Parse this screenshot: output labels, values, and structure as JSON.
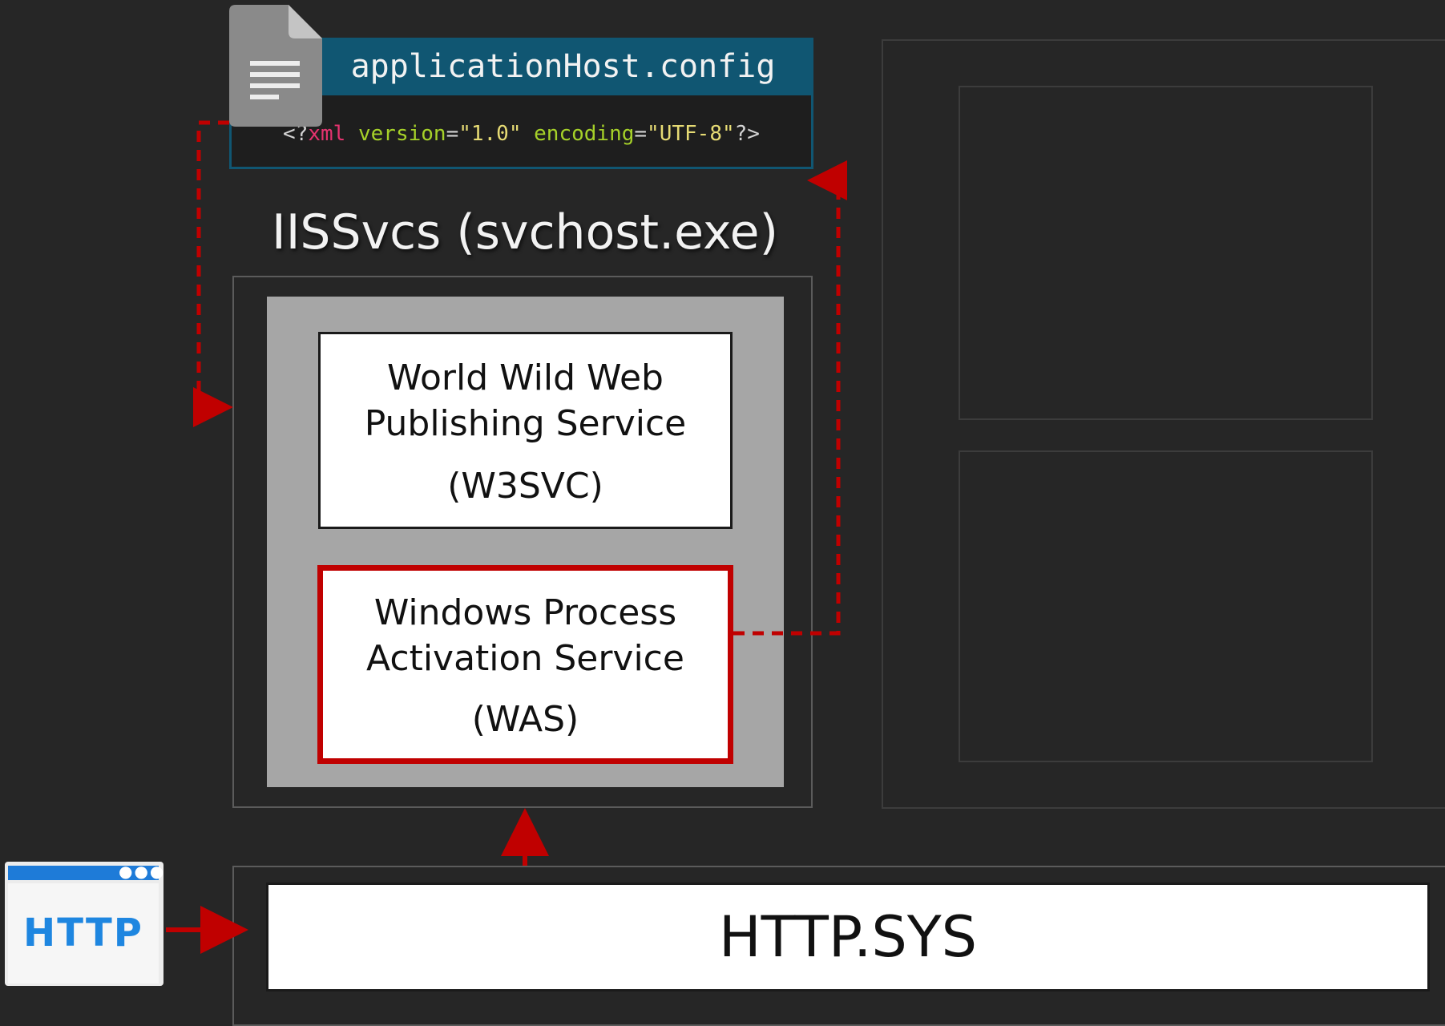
{
  "config": {
    "filename": "applicationHost.config",
    "xml": {
      "open": "<?",
      "tag": "xml",
      "attr1": "version",
      "val1": "\"1.0\"",
      "attr2": "encoding",
      "val2": "\"UTF-8\"",
      "close": "?>"
    }
  },
  "host": {
    "title": "IISSvcs (svchost.exe)"
  },
  "services": {
    "w3svc": {
      "name": "World Wild Web\nPublishing Service",
      "abbr": "(W3SVC)"
    },
    "was": {
      "name": "Windows Process\nActivation Service",
      "abbr": "(WAS)"
    }
  },
  "kernel": {
    "label": "HTTP.SYS"
  },
  "client": {
    "label": "HTTP",
    "icon": "browser-window-icon"
  },
  "colors": {
    "background": "#262626",
    "config_header": "#105672",
    "flow_arrow": "#c00000",
    "highlight_border": "#c00000",
    "http_blue": "#1e86e0"
  }
}
